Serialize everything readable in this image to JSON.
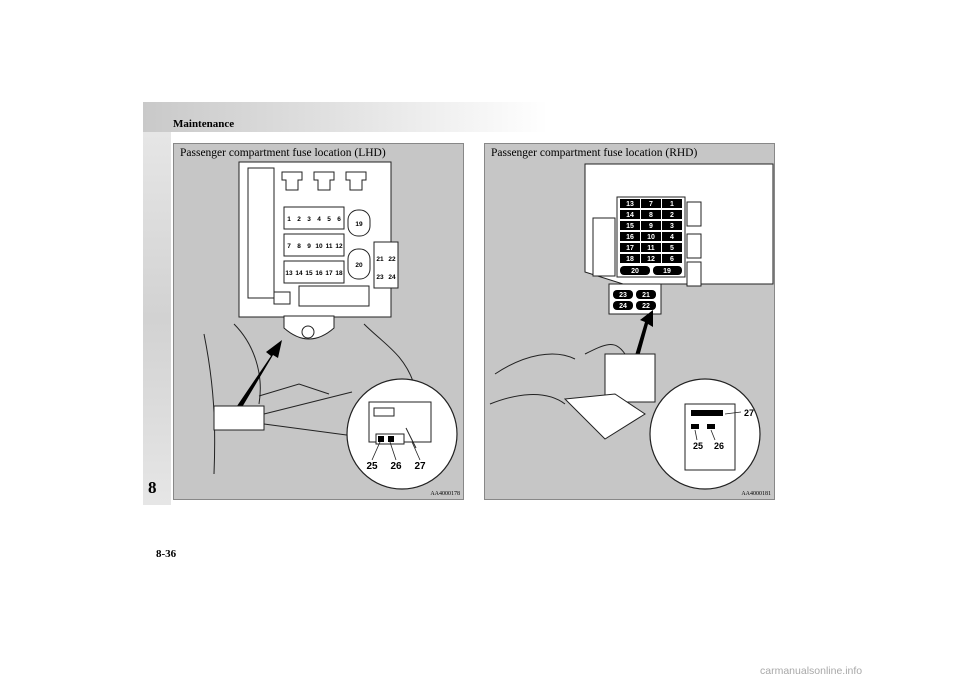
{
  "header": {
    "section": "Maintenance"
  },
  "side_tab": {
    "chapter": "8"
  },
  "panels": {
    "lhd": {
      "caption": "Passenger compartment fuse location (LHD)",
      "code": "AA4000178"
    },
    "rhd": {
      "caption": "Passenger compartment fuse location (RHD)",
      "code": "AA4000181"
    }
  },
  "lhd_fuses": {
    "top_row": [
      "1",
      "2",
      "3",
      "4",
      "5",
      "6"
    ],
    "middle_row": [
      "7",
      "8",
      "9",
      "10",
      "11",
      "12"
    ],
    "bottom_row": [
      "13",
      "14",
      "15",
      "16",
      "17",
      "18"
    ],
    "large": [
      "19",
      "20"
    ],
    "side_block": [
      "21",
      "22",
      "23",
      "24"
    ],
    "callouts": [
      "25",
      "26",
      "27"
    ]
  },
  "rhd_fuses": {
    "col_left": [
      "13",
      "14",
      "15",
      "16",
      "17",
      "18"
    ],
    "col_mid": [
      "7",
      "8",
      "9",
      "10",
      "11",
      "12"
    ],
    "col_right": [
      "1",
      "2",
      "3",
      "4",
      "5",
      "6"
    ],
    "large": [
      "20",
      "19"
    ],
    "lower_block": [
      "23",
      "21",
      "24",
      "22"
    ],
    "callouts": [
      "27",
      "25",
      "26"
    ]
  },
  "footer": {
    "page": "8-36",
    "watermark": "carmanualsonline.info"
  }
}
